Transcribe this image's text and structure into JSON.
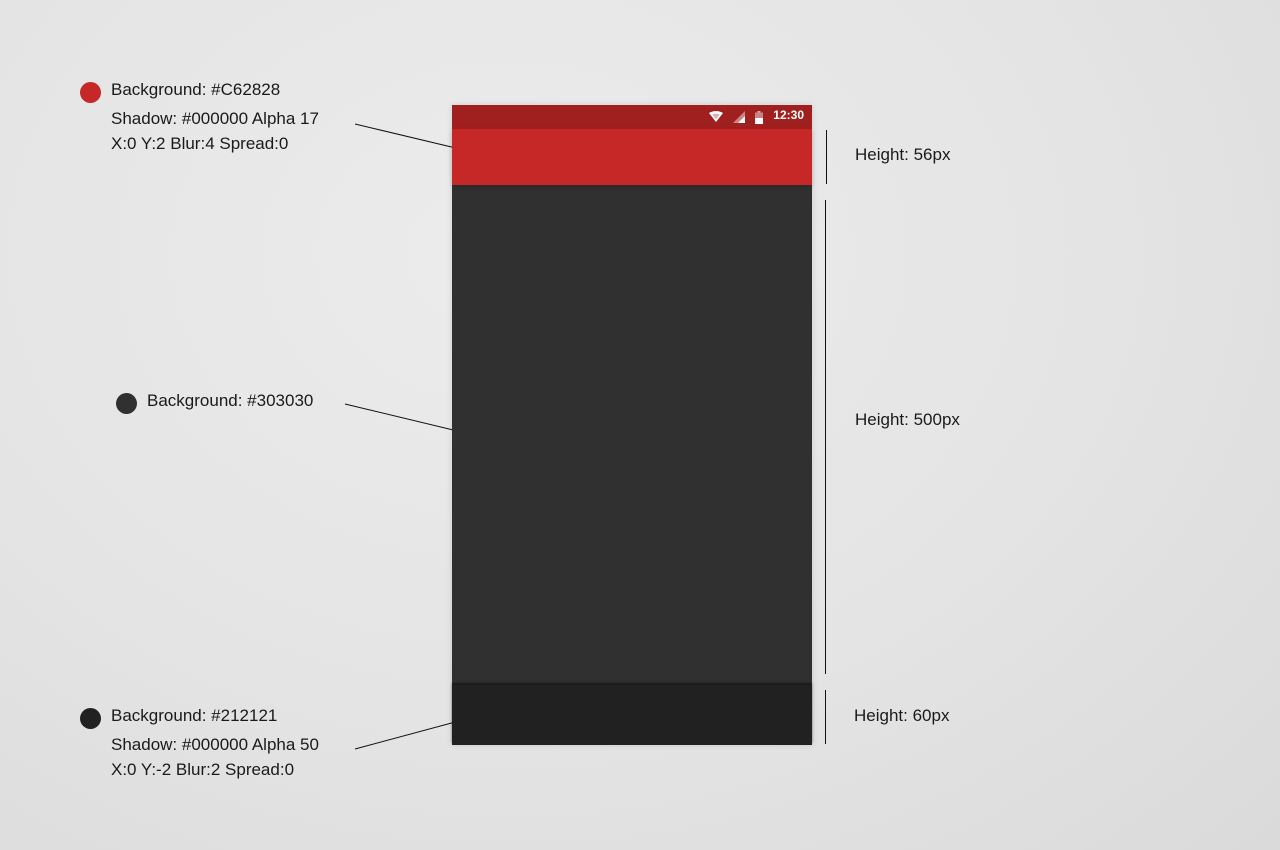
{
  "status_bar": {
    "time": "12:30",
    "color": "#a01f1f",
    "icons": [
      "wifi-icon",
      "signal-icon",
      "battery-icon"
    ]
  },
  "app_bar": {
    "background_line": "Background: #C62828",
    "shadow_line": "Shadow: #000000 Alpha 17",
    "offset_line": "X:0 Y:2 Blur:4 Spread:0",
    "height_label": "Height: 56px",
    "color": "#C62828"
  },
  "content": {
    "background_line": "Background: #303030",
    "height_label": "Height: 500px",
    "color": "#303030"
  },
  "bottom_bar": {
    "background_line": "Background: #212121",
    "shadow_line": "Shadow: #000000 Alpha 50",
    "offset_line": "X:0 Y:-2 Blur:2 Spread:0",
    "height_label": "Height: 60px",
    "color": "#212121"
  }
}
